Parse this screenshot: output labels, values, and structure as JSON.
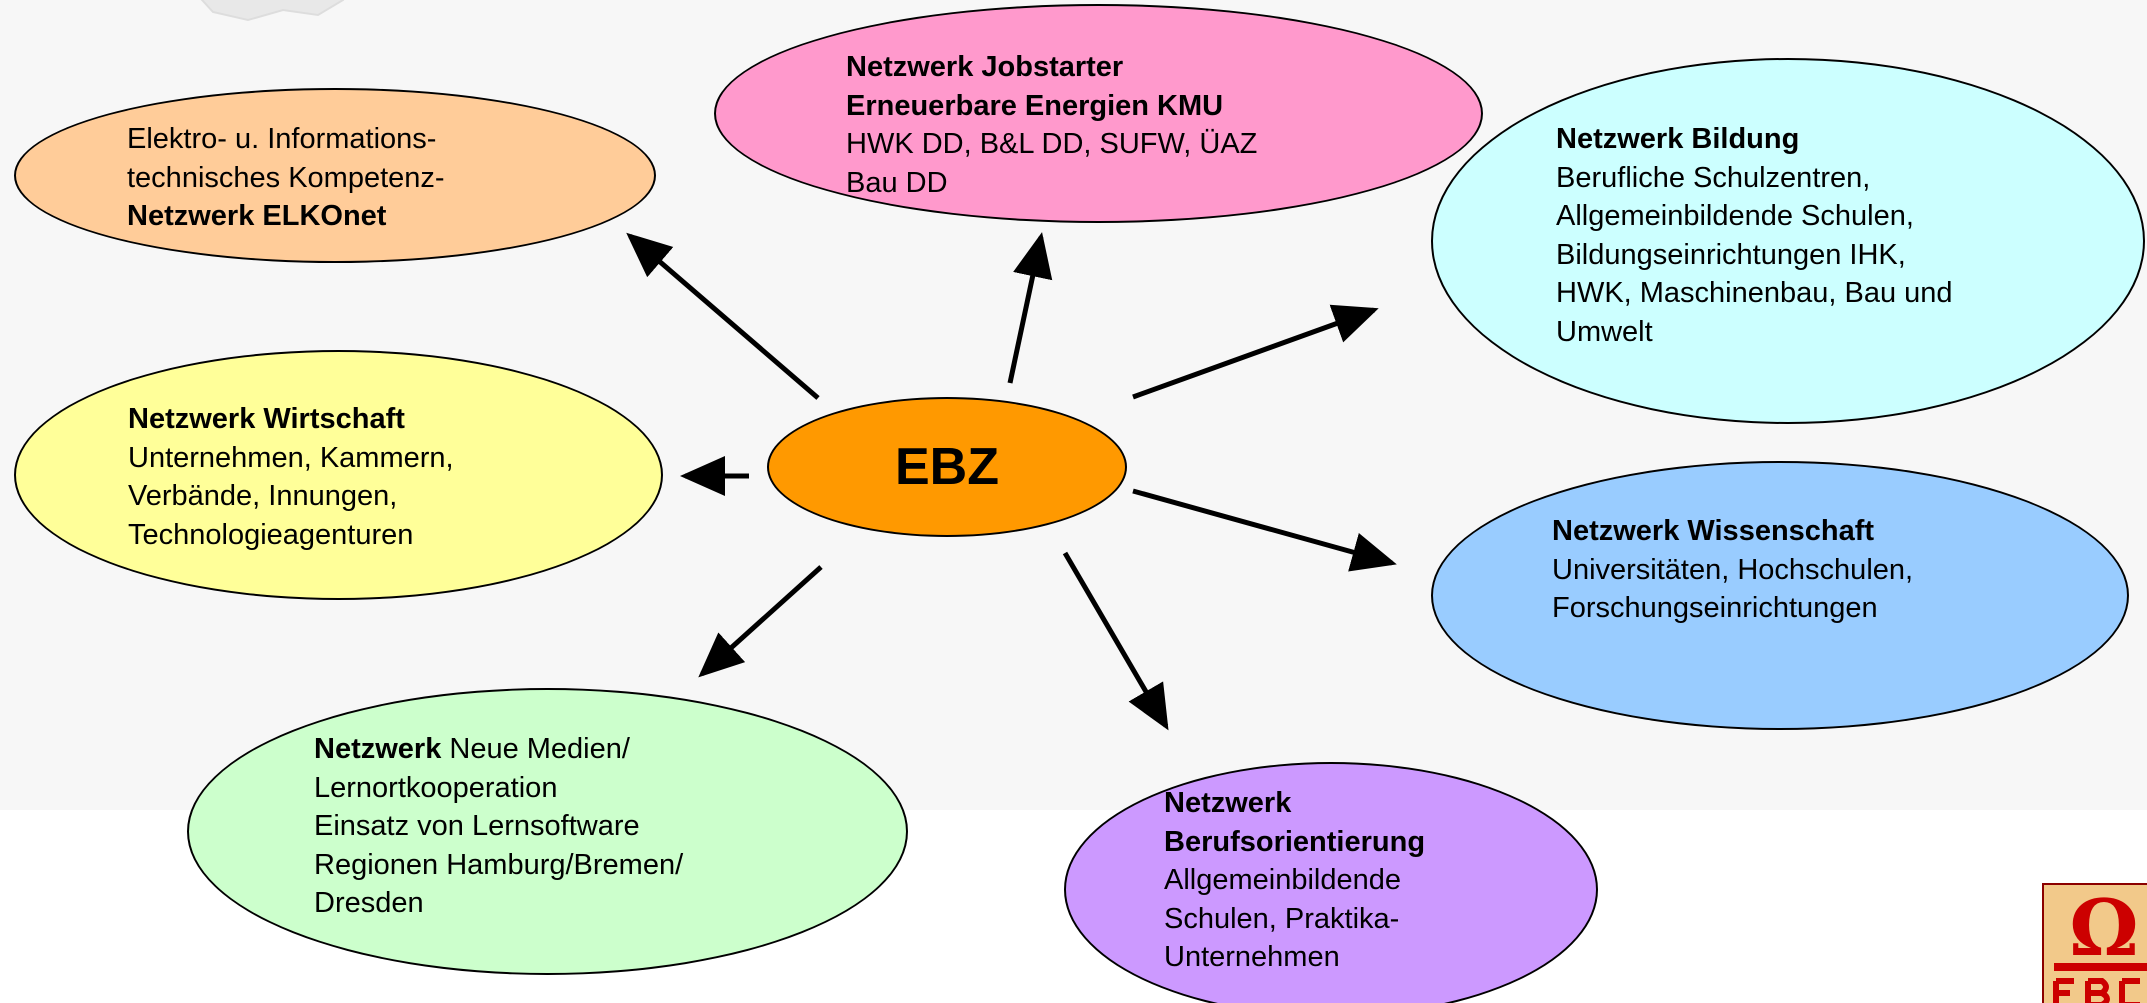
{
  "center": {
    "label": "EBZ",
    "color": "#ff9900"
  },
  "nodes": {
    "elkonet": {
      "line1": "Elektro- u. Informations-",
      "line2": "technisches Kompetenz-",
      "line3": "Netzwerk ELKOnet",
      "color": "#ffcc99"
    },
    "jobstarter": {
      "line1": "Netzwerk Jobstarter",
      "line2": "Erneuerbare Energien KMU",
      "line3": "HWK DD, B&L DD, SUFW, ÜAZ",
      "line4": "Bau DD",
      "color": "#ff99cc"
    },
    "bildung": {
      "title": "Netzwerk Bildung",
      "line1": "Berufliche Schulzentren,",
      "line2": "Allgemeinbildende Schulen,",
      "line3": "Bildungseinrichtungen IHK,",
      "line4": "HWK, Maschinenbau, Bau und",
      "line5": "Umwelt",
      "color": "#ccffff"
    },
    "wirtschaft": {
      "title": "Netzwerk Wirtschaft",
      "line1": "Unternehmen, Kammern,",
      "line2": "Verbände, Innungen,",
      "line3": "Technologieagenturen",
      "color": "#ffff99"
    },
    "wissenschaft": {
      "title": "Netzwerk Wissenschaft",
      "line1": "Universitäten, Hochschulen,",
      "line2": "Forschungseinrichtungen",
      "color": "#99ccff"
    },
    "medien": {
      "title_bold": "Netzwerk",
      "title_rest": " Neue Medien/",
      "line1": "Lernortkooperation",
      "line2": "Einsatz von Lernsoftware",
      "line3": "Regionen Hamburg/Bremen/",
      "line4": "Dresden",
      "color": "#ccffcc"
    },
    "berufsorientierung": {
      "title1": "Netzwerk",
      "title2": "Berufsorientierung",
      "line1": "Allgemeinbildende",
      "line2": "Schulen, Praktika-",
      "line3": "Unternehmen",
      "color": "#cc99ff"
    }
  },
  "logo": {
    "icon": "omega-logo-icon",
    "color": "#cc0000"
  }
}
